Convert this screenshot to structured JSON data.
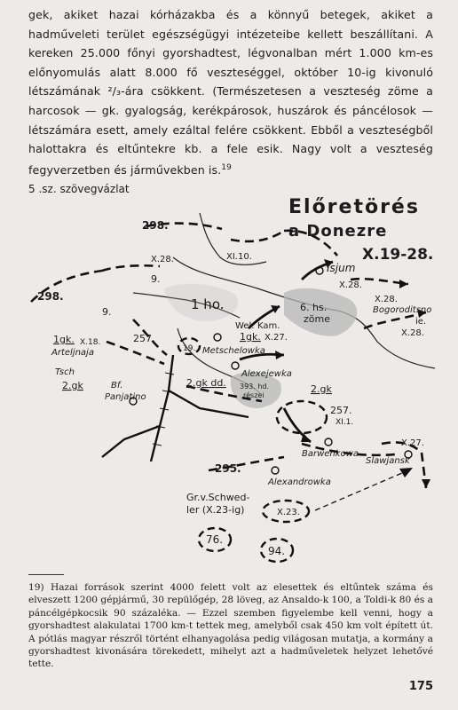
{
  "body": {
    "text_before_sup": "gek, akiket hazai kórházakba és a könnyű betegek, akiket a hadműveleti terület egészségügyi intézeteibe kellett beszállítani. A kereken 25.000 főnyi gyorshadtest, légvonalban mért 1.000 km-es előnyomulás alatt 8.000 fő veszteséggel, október 10-ig kivonuló létszámának ²/₃-ára csökkent. (Természetesen a veszteség zöme a harcosok — gk. gyalogság, kerékpárosok, huszárok és páncélosok — létszámára esett, amely ezáltal felére csökkent. Ebből a veszteségből halottakra és eltűntekre kb. a fele esik. Nagy volt a veszteség fegyverzetben és járművekben is.",
    "footnote_ref": "19"
  },
  "figure": {
    "caption": "5 .sz. szövegvázlat",
    "title_line1": "Előretörés",
    "title_line2": "a Donezre",
    "date_range": "X.19-28.",
    "labels": {
      "l298a": "298.",
      "l298b": "298.",
      "x28a": "X.28.",
      "n9a": "9.",
      "n9b": "9.",
      "xi10": "XI.10.",
      "isjum": "Isjum",
      "x28b": "X.28.",
      "x28c": "X.28.",
      "x28d": "X.28.",
      "bogorod": "Bogoroditsno",
      "ie": "ie.",
      "ho1": "1 ho.",
      "hs6": "6. hs.",
      "zome": "zöme",
      "wel": "Wel.",
      "kam": "Kam.",
      "gk1a": "1gk.",
      "x27a": "X.27.",
      "n257a": "257.",
      "n19": "19.",
      "gk1b": "1gk.",
      "x18": "X.18.",
      "artelnaja": "Arteljnaja",
      "metschelowka": "Metschelowka",
      "alexejewka": "Alexejewka",
      "gk2a": "2.gk",
      "tsch": "Tsch",
      "gk2b": "2.gk",
      "bf": "Bf.",
      "panjatino": "Panjatino",
      "gkdd2": "2.gk dd.",
      "hd393": "393. hd.",
      "reszei": "részei",
      "n257b": "257.",
      "xi1": "XI.1.",
      "barwenkowa": "Barwenkowa",
      "n295": "295.",
      "alexandrowka": "Alexandrowka",
      "x27b": "X.27.",
      "slawjansk": "Slawjansk",
      "grvschwed": "Gr.v.Schwed-",
      "ler": "ler (X.23-ig)",
      "x23": "X.23.",
      "n76": "76.",
      "n94": "94."
    }
  },
  "footnote": {
    "text": "19) Hazai források szerint 4000 felett volt az elesettek és eltűntek száma és elveszett 1200 gépjármű, 30 repülőgép, 28 löveg, az Ansaldo-k 100, a Toldi-k 80 és a páncélgépkocsik 90 százaléka. — Ezzel szemben figyelembe kell venni, hogy a gyorshadtest alakulatai 1700 km-t tettek meg, amelyből csak 450 km volt épített út. A pótlás magyar részről történt elhanyagolása pedig világosan mutatja, a kormány a gyorshadtest kivonására törekedett, mihelyt azt a hadműveletek helyzet lehetővé tette."
  },
  "page_number": "175"
}
